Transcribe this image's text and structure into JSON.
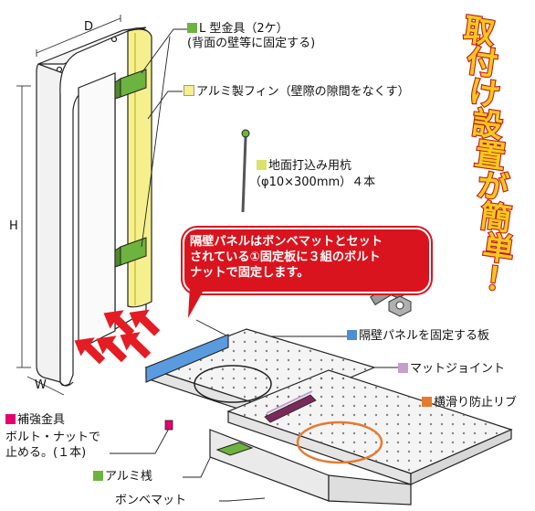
{
  "labels": {
    "l_bracket": "L 型金具（2ケ）",
    "l_bracket_note": "(背面の壁等に固定する)",
    "fin": "アルミ製フィン（壁際の隙間をなくす）",
    "stake": "地面打込み用杭",
    "stake_spec": "（φ10×300mm）４本",
    "fix_plate": "隔壁パネルを固定する板",
    "mat_joint": "マットジョイント",
    "slide_rib": "横滑り防止リブ",
    "reinforce": "補強金具",
    "reinforce_note1": "ボルト・ナットで",
    "reinforce_note2": "止める。(１本)",
    "alu_rail": "アルミ桟",
    "cylinder_mat": "ボンベマット"
  },
  "dimensions": {
    "d": "D",
    "h": "H",
    "w": "W"
  },
  "bubble": {
    "lines": [
      "隔壁パネルはボンベマットとセット",
      "されている①固定板に３組のボルト",
      "ナットで固定します。"
    ]
  },
  "slogan": [
    "取",
    "付",
    "け",
    "設",
    "置",
    "が",
    "簡",
    "単",
    "！"
  ],
  "colors": {
    "green": "#6db33f",
    "yellow": "#f6ef8e",
    "blue": "#4d8fd1",
    "pink": "#c79ccf",
    "orange": "#e67a2e",
    "magenta": "#e4006f",
    "red": "#d9141e",
    "slogan_fill": "#f7c81e",
    "slogan_stroke": "#c01a1a"
  }
}
